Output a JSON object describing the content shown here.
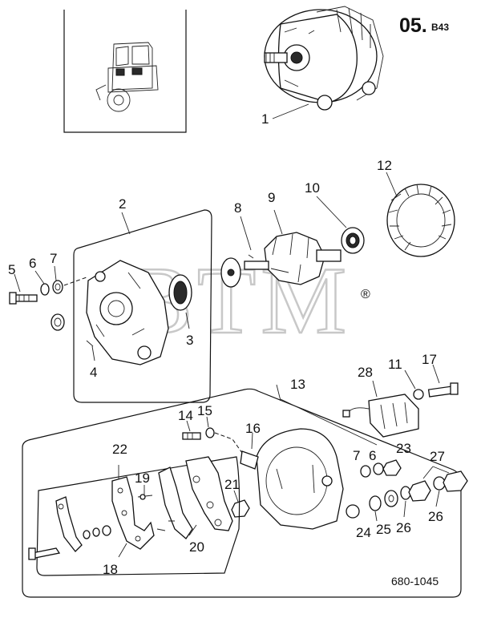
{
  "header": {
    "code_main": "05.",
    "code_sub": "B43"
  },
  "footer": {
    "drawing_number": "680-1045"
  },
  "watermark": {
    "text": "BTM",
    "mark": "®"
  },
  "callouts": [
    "1",
    "2",
    "3",
    "4",
    "5",
    "6",
    "7",
    "8",
    "9",
    "10",
    "11",
    "12",
    "13",
    "14",
    "15",
    "16",
    "17",
    "18",
    "19",
    "20",
    "21",
    "22",
    "23",
    "24",
    "25",
    "26",
    "26",
    "27",
    "27",
    "28",
    "7",
    "6"
  ],
  "colors": {
    "ink": "#111111",
    "watermark": "#c8c8c8",
    "background": "#ffffff"
  }
}
